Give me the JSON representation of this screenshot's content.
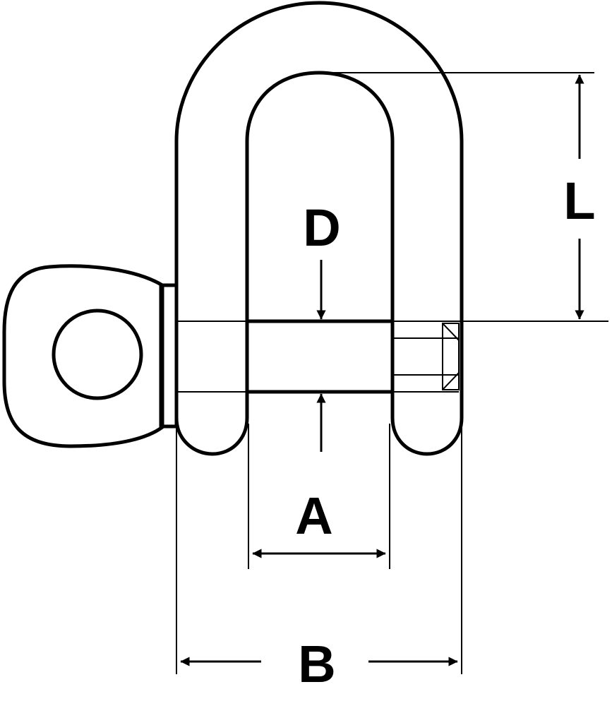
{
  "diagram": {
    "labels": {
      "L": "L",
      "D": "D",
      "A": "A",
      "B": "B"
    },
    "colors": {
      "stroke": "#000000",
      "background": "#ffffff"
    }
  }
}
